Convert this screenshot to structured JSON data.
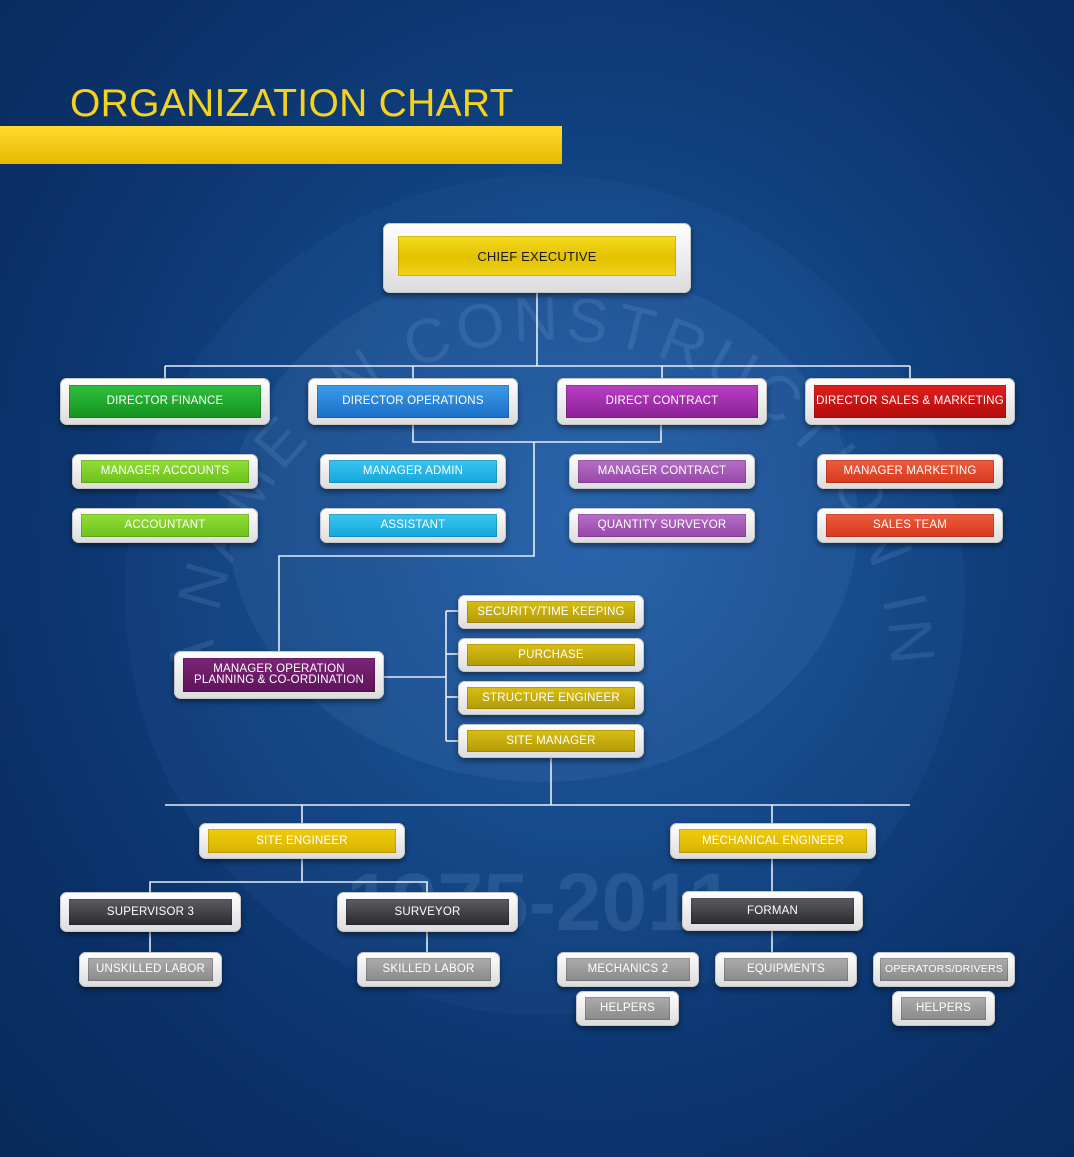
{
  "title": "ORGANIZATION CHART",
  "colors": {
    "background": "#0b326a",
    "accent": "#f5d31c",
    "connector": "#e6ecf5"
  },
  "watermark": {
    "arc_text": "A NAME IN CONSTRUCTION INDUSTRY",
    "years": "1975-2011"
  },
  "nodes": {
    "chief_executive": "CHIEF EXECUTIVE",
    "director_finance": "DIRECTOR FINANCE",
    "director_operations": "DIRECTOR OPERATIONS",
    "direct_contract": "DIRECT CONTRACT",
    "director_sales_marketing": "DIRECTOR SALES & MARKETING",
    "manager_accounts": "MANAGER ACCOUNTS",
    "accountant": "ACCOUNTANT",
    "manager_admin": "MANAGER ADMIN",
    "assistant": "ASSISTANT",
    "manager_contract": "MANAGER CONTRACT",
    "quantity_surveyor": "QUANTITY SURVEYOR",
    "manager_marketing": "MANAGER MARKETING",
    "sales_team": "SALES TEAM",
    "manager_operation_line1": "MANAGER OPERATION",
    "manager_operation_line2": "PLANNING & CO-ORDINATION",
    "security_time_keeping": "SECURITY/TIME KEEPING",
    "purchase": "PURCHASE",
    "structure_engineer": "STRUCTURE ENGINEER",
    "site_manager": "SITE MANAGER",
    "site_engineer": "SITE ENGINEER",
    "mechanical_engineer": "MECHANICAL ENGINEER",
    "supervisor": "SUPERVISOR 3",
    "surveyor": "SURVEYOR",
    "forman": "FORMAN",
    "unskilled_labor": "UNSKILLED LABOR",
    "skilled_labor": "SKILLED LABOR",
    "mechanics": "MECHANICS 2",
    "equipments": "EQUIPMENTS",
    "operators_drivers": "OPERATORS/DRIVERS",
    "helpers_mechanics": "HELPERS",
    "helpers_operators": "HELPERS"
  }
}
